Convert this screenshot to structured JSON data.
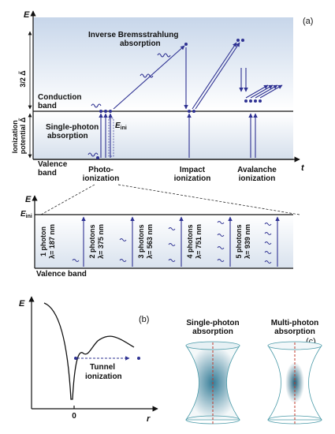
{
  "panel_a": {
    "tag": "(a)",
    "axis_e": "E",
    "axis_t": "t",
    "three_half_delta": "3/2 Δ̃",
    "ionization_potential": "Ionization potential Δ̃",
    "conduction_band": "Conduction band",
    "valence_band": "Valence band",
    "inverse_brems_1": "Inverse Bremsstrahlung",
    "inverse_brems_2": "absorption",
    "single_photon_1": "Single-photon",
    "single_photon_2": "absorption",
    "e_ini": "E",
    "e_ini_sub": "ini",
    "photo_ion_1": "Photo-",
    "photo_ion_2": "ionization",
    "impact_1": "Impact",
    "impact_2": "ionization",
    "avalanche_1": "Avalanche",
    "avalanche_2": "ionization"
  },
  "panel_zoom": {
    "axis_e": "E",
    "e_ini": "E",
    "e_ini_sub": "ini",
    "valence_band": "Valence band",
    "photons": [
      {
        "count": "1 photon",
        "wavelength": "λ= 187 nm"
      },
      {
        "count": "2 photons",
        "wavelength": "λ= 375 nm"
      },
      {
        "count": "3 photons",
        "wavelength": "λ= 563 nm"
      },
      {
        "count": "4 photons",
        "wavelength": "λ= 751 nm"
      },
      {
        "count": "5 photons",
        "wavelength": "λ= 939 nm"
      }
    ]
  },
  "panel_b": {
    "tag": "(b)",
    "axis_e": "E",
    "axis_r": "r",
    "zero": "0",
    "tunnel_1": "Tunnel",
    "tunnel_2": "ionization"
  },
  "panel_c": {
    "tag": "(c)",
    "single_1": "Single-photon",
    "single_2": "absorption",
    "multi_1": "Multi-photon",
    "multi_2": "absorption"
  },
  "colors": {
    "arrow": "#2e3192",
    "band_gradient_top": "#cfdcec",
    "beam": "#1f6e8c"
  }
}
